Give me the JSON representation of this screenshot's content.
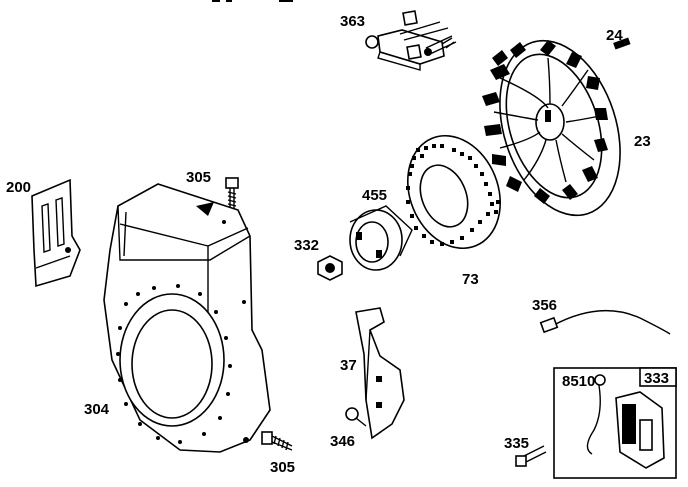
{
  "colors": {
    "line": "#000000",
    "background": "#ffffff"
  },
  "labels": {
    "p363": "363",
    "p24": "24",
    "p23": "23",
    "p200": "200",
    "p305_top": "305",
    "p455": "455",
    "p332": "332",
    "p73": "73",
    "p356": "356",
    "p37": "37",
    "p304": "304",
    "p346": "346",
    "p8510": "8510",
    "p333": "333",
    "p335": "335",
    "p305_bottom": "305"
  }
}
